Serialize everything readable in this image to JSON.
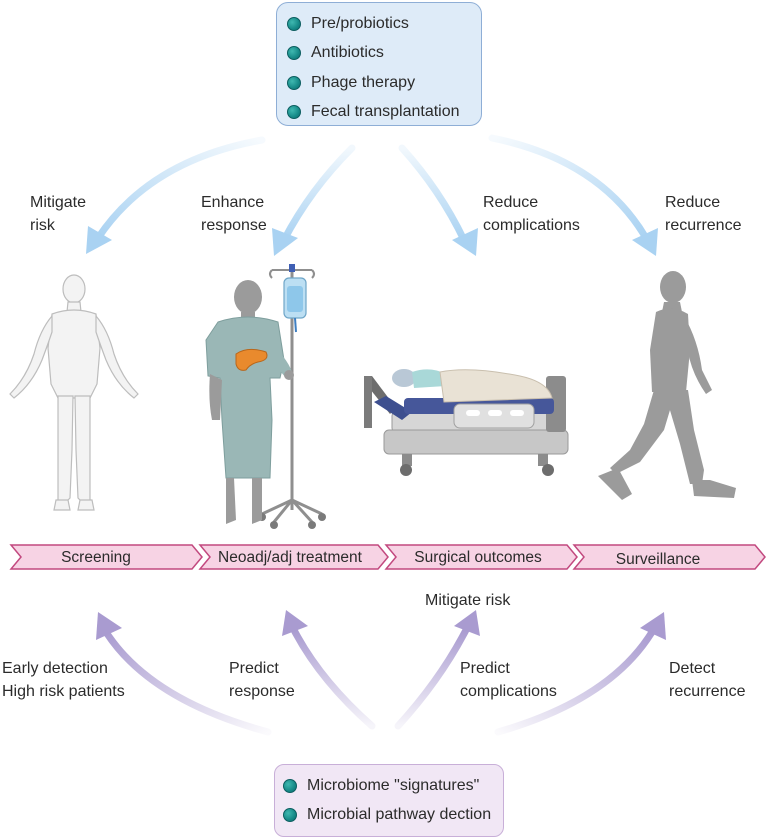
{
  "top_box": {
    "items": [
      "Pre/probiotics",
      "Antibiotics",
      "Phage therapy",
      "Fecal transplantation"
    ]
  },
  "top_arrows": [
    {
      "lines": [
        "Mitigate",
        "risk"
      ]
    },
    {
      "lines": [
        "Enhance",
        "response"
      ]
    },
    {
      "lines": [
        "Reduce",
        "complications"
      ]
    },
    {
      "lines": [
        "Reduce",
        "recurrence"
      ]
    }
  ],
  "stages": [
    "Screening",
    "Neoadj/adj treatment",
    "Surgical outcomes",
    "Surveillance"
  ],
  "bottom_arrows": [
    {
      "lines": [
        "Early detection",
        "High risk patients"
      ]
    },
    {
      "lines": [
        "Predict",
        "response"
      ]
    },
    {
      "lines": [
        "Predict",
        "complications"
      ]
    },
    {
      "lines": [
        "Detect",
        "recurrence"
      ]
    }
  ],
  "extra_label": "Mitigate risk",
  "bottom_box": {
    "items": [
      "Microbiome \"signatures\"",
      "Microbial pathway dection"
    ]
  },
  "colors": {
    "top_arrow": "#a9d2f2",
    "bottom_arrow": "#a99bd0",
    "stage_fill": "#f7d3e4",
    "stage_stroke": "#c2497f",
    "figure_light": "#f3f3f3",
    "figure_gray": "#9b9b9b",
    "gown": "#9ab7b6",
    "pancreas": "#e98a2d"
  }
}
